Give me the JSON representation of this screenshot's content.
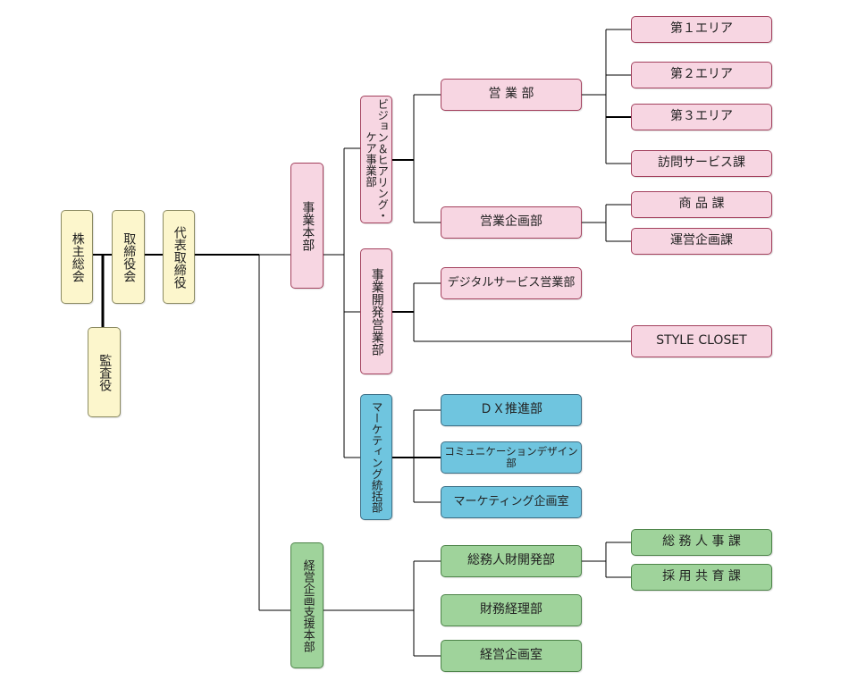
{
  "nodes": {
    "shareholders": "株主総会",
    "board": "取締役会",
    "president": "代表取締役",
    "auditor": "監査役",
    "business_hq": "事業本部",
    "vision_division": "ビジョン＆ヒアリング・ケア事業部",
    "sales_dept": "営 業 部",
    "area1": "第１エリア",
    "area2": "第２エリア",
    "area3": "第３エリア",
    "visiting_service": "訪問サービス課",
    "sales_planning": "営業企画部",
    "product_section": "商 品 課",
    "operations_planning": "運営企画課",
    "bizdev_division": "事業開発営業部",
    "digital_sales": "デジタルサービス営業部",
    "style_closet": "STYLE CLOSET",
    "marketing_division": "マーケティング統括部",
    "dx_promotion": "ＤＸ推進部",
    "communication_design": "コミュニケーションデザイン部",
    "marketing_planning": "マーケティング企画室",
    "management_support": "経営企画支援本部",
    "ga_hr_dev": "総務人財開発部",
    "ga_hr_section": "総 務 人 事 課",
    "recruit_section": "採 用 共 育 課",
    "finance": "財務経理部",
    "corporate_planning": "経営企画室"
  },
  "colors": {
    "governance": "#fcf6cc",
    "business": "#f7d6e2",
    "marketing": "#6fc5df",
    "corporate": "#9fd39b",
    "line": "#000000"
  }
}
